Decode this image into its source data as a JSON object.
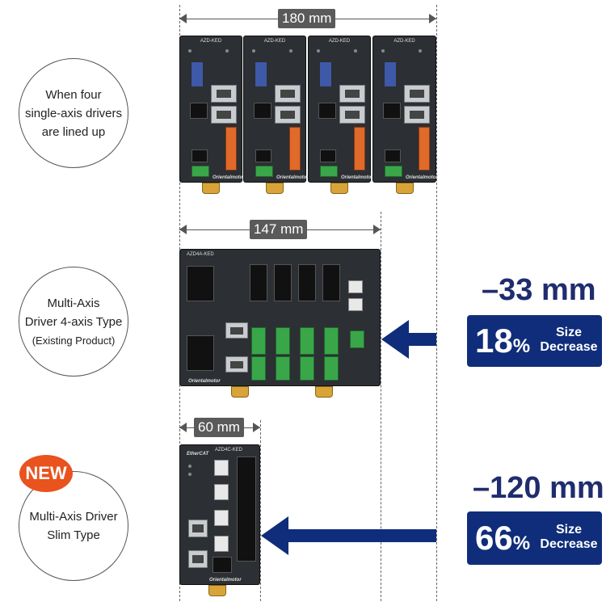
{
  "dimensions": {
    "four_single": "180 mm",
    "four_axis": "147 mm",
    "slim": "60 mm"
  },
  "labels": {
    "single_line1": "When four",
    "single_line2": "single-axis drivers",
    "single_line3": "are lined up",
    "four_axis_line1": "Multi-Axis",
    "four_axis_line2": "Driver 4-axis Type",
    "four_axis_line3": "(Existing Product)",
    "slim_line1": "Multi-Axis Driver",
    "slim_line2": "Slim Type",
    "new_badge": "NEW"
  },
  "reductions": {
    "four_axis": {
      "amount": "–33 mm",
      "percent": "18",
      "percent_sign": "%",
      "size_word": "Size",
      "decrease_word": "Decrease",
      "percent_value": 18
    },
    "slim": {
      "amount": "–120 mm",
      "percent": "66",
      "percent_sign": "%",
      "size_word": "Size",
      "decrease_word": "Decrease",
      "percent_value": 66
    }
  },
  "product_text": {
    "single_model": "AZD-KED",
    "four_model": "AZD4A-KED",
    "slim_model": "AZD4C-KED",
    "brand": "Orientalmotor",
    "ethercat": "EtherCAT"
  },
  "colors": {
    "navy": "#0f2d7a",
    "new_orange": "#e8531e",
    "terminal_orange": "#e06a2a",
    "terminal_green": "#3aa64a",
    "driver_body": "#2c2f33"
  }
}
